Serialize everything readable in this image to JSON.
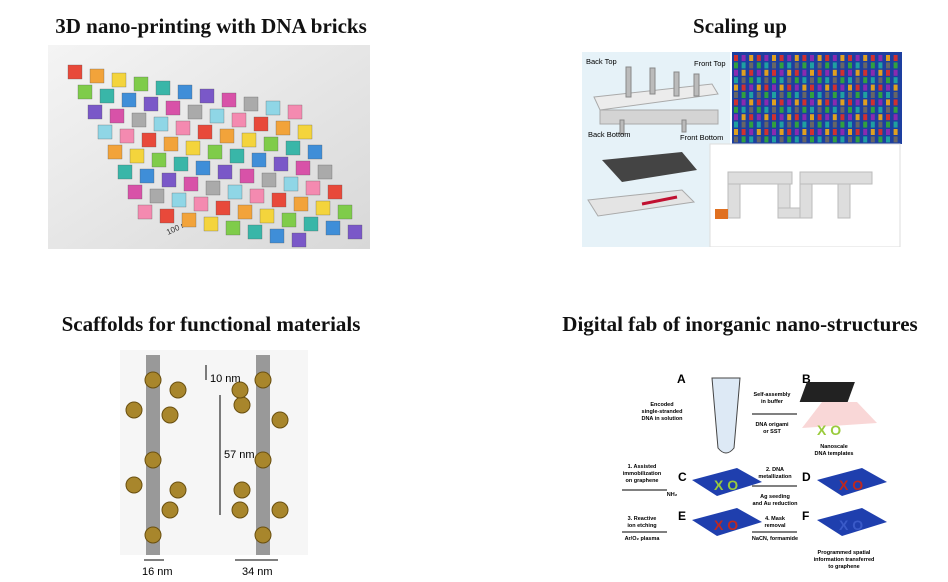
{
  "panels": [
    {
      "title": "3D nano-printing with DNA bricks",
      "scale_label": "100 nm"
    },
    {
      "title": "Scaling up",
      "labels": {
        "back_top": "Back Top",
        "front_top": "Front Top",
        "back_bottom": "Back Bottom",
        "front_bottom": "Front Bottom"
      }
    },
    {
      "title": "Scaffolds for functional materials",
      "labels": {
        "d1": "10 nm",
        "d2": "57 nm",
        "d3": "16 nm",
        "d4": "34 nm"
      }
    },
    {
      "title": "Digital fab of inorganic nano-structures",
      "labels": {
        "A": "A",
        "B": "B",
        "C": "C",
        "D": "D",
        "E": "E",
        "F": "F",
        "a_text": [
          "Encoded",
          "single-stranded",
          "DNA in solution"
        ],
        "ab_top": [
          "Self-assembly",
          "in buffer"
        ],
        "ab_bottom": [
          "DNA origami",
          "or SST"
        ],
        "b_text": [
          "Nanoscale",
          "DNA templates"
        ],
        "step1": [
          "1. Assisted",
          "immobilization",
          "on graphene"
        ],
        "step2": [
          "2. DNA",
          "metallization"
        ],
        "step2b": [
          "Ag seeding",
          "and Au reduction"
        ],
        "step3": [
          "3. Reactive",
          "ion etching"
        ],
        "step3b": "Ar/O₂ plasma",
        "step4": [
          "4. Mask",
          "removal"
        ],
        "step4b": "NaCN, formamide",
        "f_text": [
          "Programmed spatial",
          "information transferred",
          "to graphene"
        ],
        "nh2": "NH₂"
      }
    }
  ],
  "colors": {
    "gold": "#a8862c",
    "blue": "#1f3fae",
    "red": "#c0281e",
    "green": "#9acb3c"
  }
}
